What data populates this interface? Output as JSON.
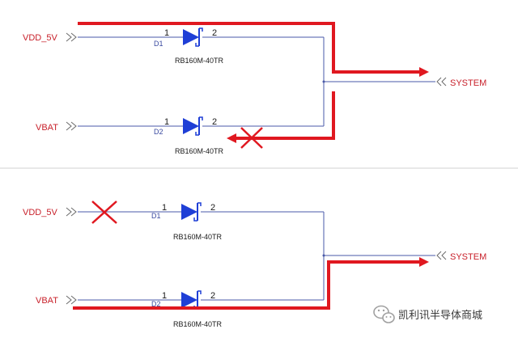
{
  "colors": {
    "wire": "#4a5aa8",
    "diode": "#1f3fd6",
    "current_path": "#e01820",
    "label": "#c8202a",
    "divider": "#d0d0d0",
    "watermark_icon": "#a0a0a0"
  },
  "top_circuit": {
    "inputs": [
      {
        "label": "VDD_5V",
        "status": "conducting"
      },
      {
        "label": "VBAT",
        "status": "blocked"
      }
    ],
    "diodes": [
      {
        "designator": "D1",
        "pin1": "1",
        "pin2": "2",
        "part": "RB160M-40TR"
      },
      {
        "designator": "D2",
        "pin1": "1",
        "pin2": "2",
        "part": "RB160M-40TR"
      }
    ],
    "output_label": "SYSTEM"
  },
  "bottom_circuit": {
    "inputs": [
      {
        "label": "VDD_5V",
        "status": "blocked"
      },
      {
        "label": "VBAT",
        "status": "conducting"
      }
    ],
    "diodes": [
      {
        "designator": "D1",
        "pin1": "1",
        "pin2": "2",
        "part": "RB160M-40TR"
      },
      {
        "designator": "D2",
        "pin1": "1",
        "pin2": "2",
        "part": "RB160M-40TR"
      }
    ],
    "output_label": "SYSTEM"
  },
  "watermark": {
    "icon": "wechat-icon",
    "text": "凯利讯半导体商城"
  }
}
